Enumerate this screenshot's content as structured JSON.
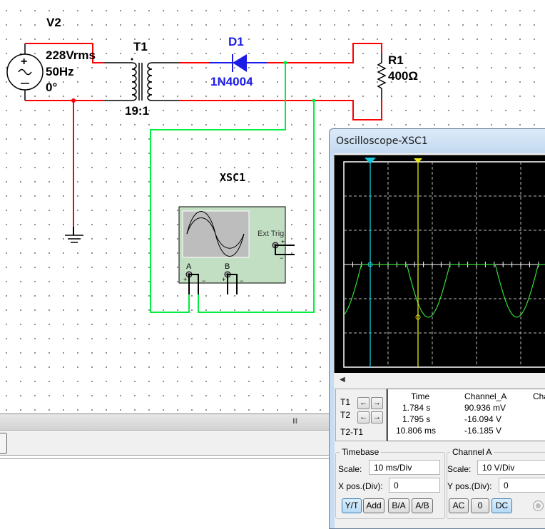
{
  "schematic": {
    "source": {
      "ref": "V2",
      "voltage": "228Vrms",
      "frequency": "50Hz",
      "phase": "0°"
    },
    "transformer": {
      "ref": "T1",
      "ratio": "19:1"
    },
    "diode": {
      "ref": "D1",
      "model": "1N4004"
    },
    "resistor": {
      "ref": "R1",
      "value": "400Ω"
    },
    "oscilloscope": {
      "ref": "XSC1",
      "ext_trig_label": "Ext Trig",
      "channel_a_label": "A",
      "channel_b_label": "B"
    },
    "wire_colors": {
      "power": "#ff0000",
      "probe": "#00ee40",
      "diode": "#1c1ce8"
    }
  },
  "workspace": {
    "scrollbar_grip": "III",
    "tab_label": "*"
  },
  "scope_window": {
    "title": "Oscilloscope-XSC1",
    "cursors": {
      "t1_label": "T1",
      "t2_label": "T2",
      "diff_label": "T2-T1",
      "t1_marker": "1",
      "t2_marker": "2"
    },
    "readout": {
      "headers": [
        "Time",
        "Channel_A",
        "Cha"
      ],
      "rows": [
        {
          "time": "1.784 s",
          "channel_a": "90.936 mV"
        },
        {
          "time": "1.795 s",
          "channel_a": "-16.094 V"
        },
        {
          "time": "10.806 ms",
          "channel_a": "-16.185 V"
        }
      ]
    },
    "timebase": {
      "title": "Timebase",
      "scale_label": "Scale:",
      "scale_value": "10 ms/Div",
      "xpos_label": "X pos.(Div):",
      "xpos_value": "0",
      "buttons": [
        "Y/T",
        "Add",
        "B/A",
        "A/B"
      ],
      "active_button": "Y/T"
    },
    "channel_a": {
      "title": "Channel A",
      "scale_label": "Scale:",
      "scale_value": "10  V/Div",
      "ypos_label": "Y pos.(Div):",
      "ypos_value": "0",
      "buttons": [
        "AC",
        "0",
        "DC"
      ],
      "active_button": "DC"
    },
    "trace": {
      "color": "#33dd33",
      "peak_negative_v": -16.1,
      "frequency_hz": 50,
      "volts_per_div": 10,
      "ms_per_div": 10,
      "t1_cursor_color": "#19c8d8",
      "t2_cursor_color": "#e6e619"
    }
  }
}
